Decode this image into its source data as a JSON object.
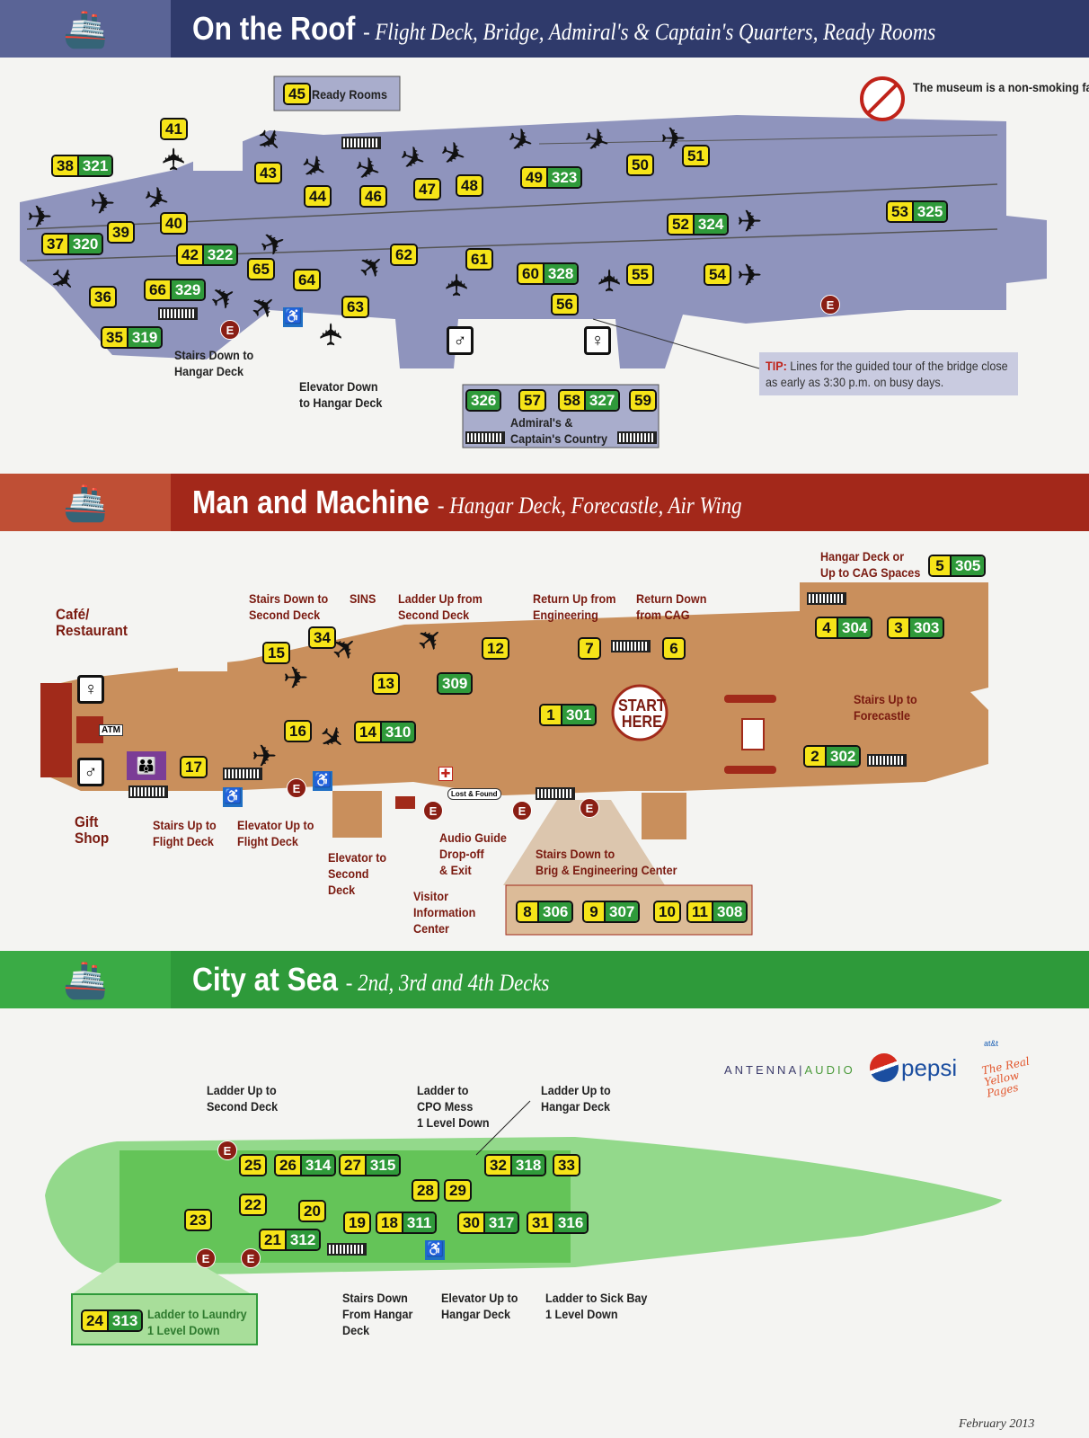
{
  "colors": {
    "roof_band": "#2f3a6b",
    "machine_band": "#a3281a",
    "city_band": "#2e9a3a",
    "yellow_badge": "#f6e418",
    "green_badge": "#2f9a3a",
    "exit": "#8a1e14"
  },
  "roof": {
    "title": "On the Roof",
    "subtitle": "- Flight Deck, Bridge, Admiral's & Captain's Quarters, Ready Rooms",
    "no_smoking": "The museum is a non-smoking facility.",
    "ready_rooms": "Ready Rooms",
    "labels": {
      "stairs": "Stairs Down to\nHangar Deck",
      "elevator": "Elevator Down\nto Hangar Deck",
      "admirals": "Admiral's &\nCaptain's Country",
      "tip_label": "TIP:",
      "tip": "Lines for the guided tour of the bridge close\nas early as 3:30 p.m. on busy days."
    },
    "markers": [
      [
        "45",
        ""
      ],
      [
        "41",
        ""
      ],
      [
        "38",
        "321"
      ],
      [
        "43",
        ""
      ],
      [
        "44",
        ""
      ],
      [
        "46",
        ""
      ],
      [
        "47",
        ""
      ],
      [
        "48",
        ""
      ],
      [
        "49",
        "323"
      ],
      [
        "50",
        ""
      ],
      [
        "51",
        ""
      ],
      [
        "53",
        "325"
      ],
      [
        "52",
        "324"
      ],
      [
        "37",
        "320"
      ],
      [
        "39",
        ""
      ],
      [
        "40",
        ""
      ],
      [
        "42",
        "322"
      ],
      [
        "65",
        ""
      ],
      [
        "62",
        ""
      ],
      [
        "61",
        ""
      ],
      [
        "60",
        "328"
      ],
      [
        "55",
        ""
      ],
      [
        "54",
        ""
      ],
      [
        "36",
        ""
      ],
      [
        "66",
        "329"
      ],
      [
        "64",
        ""
      ],
      [
        "63",
        ""
      ],
      [
        "56",
        ""
      ],
      [
        "35",
        "319"
      ],
      [
        "",
        "326"
      ],
      [
        "57",
        ""
      ],
      [
        "58",
        "327"
      ],
      [
        "59",
        ""
      ]
    ]
  },
  "machine": {
    "title": "Man and Machine",
    "subtitle": "- Hangar Deck, Forecastle, Air Wing",
    "labels": {
      "cafe": "Café/\nRestaurant",
      "gift": "Gift\nShop",
      "stairs_second": "Stairs Down to\nSecond Deck",
      "sins": "SINS",
      "ladder_second": "Ladder Up from\nSecond Deck",
      "return_eng": "Return Up from\nEngineering",
      "return_cag": "Return Down\nfrom CAG",
      "cag": "Hangar Deck or\nUp to CAG Spaces",
      "forecastle": "Stairs Up to\nForecastle",
      "stairs_flight": "Stairs Up to\nFlight Deck",
      "elev_flight": "Elevator Up to\nFlight Deck",
      "elev_second": "Elevator to\nSecond\nDeck",
      "visitor": "Visitor\nInformation\nCenter",
      "audio": "Audio Guide\nDrop-off\n& Exit",
      "brig": "Stairs Down to\nBrig & Engineering Center",
      "start": "START\nHERE",
      "atm": "ATM",
      "lost": "Lost & Found"
    },
    "markers": [
      [
        "5",
        "305"
      ],
      [
        "4",
        "304"
      ],
      [
        "3",
        "303"
      ],
      [
        "34",
        ""
      ],
      [
        "15",
        ""
      ],
      [
        "12",
        ""
      ],
      [
        "7",
        ""
      ],
      [
        "6",
        ""
      ],
      [
        "13",
        ""
      ],
      [
        "",
        "309"
      ],
      [
        "1",
        "301"
      ],
      [
        "16",
        ""
      ],
      [
        "14",
        "310"
      ],
      [
        "17",
        ""
      ],
      [
        "2",
        "302"
      ],
      [
        "8",
        "306"
      ],
      [
        "9",
        "307"
      ],
      [
        "10",
        ""
      ],
      [
        "11",
        "308"
      ]
    ]
  },
  "city": {
    "title": "City at Sea",
    "subtitle": "- 2nd, 3rd and 4th Decks",
    "labels": {
      "ladder_second": "Ladder Up to\nSecond Deck",
      "cpo": "Ladder to\nCPO Mess\n1 Level Down",
      "ladder_hangar": "Ladder Up to\nHangar Deck",
      "stairs_hangar": "Stairs Down\nFrom Hangar\nDeck",
      "elev_hangar": "Elevator Up to\nHangar Deck",
      "sickbay": "Ladder to Sick Bay\n1 Level Down",
      "laundry": "Ladder to Laundry\n1 Level Down"
    },
    "markers": [
      [
        "25",
        ""
      ],
      [
        "26",
        "314"
      ],
      [
        "27",
        "315"
      ],
      [
        "32",
        "318"
      ],
      [
        "33",
        ""
      ],
      [
        "28",
        ""
      ],
      [
        "29",
        ""
      ],
      [
        "22",
        ""
      ],
      [
        "20",
        ""
      ],
      [
        "23",
        ""
      ],
      [
        "19",
        ""
      ],
      [
        "18",
        "311"
      ],
      [
        "30",
        "317"
      ],
      [
        "31",
        "316"
      ],
      [
        "21",
        "312"
      ],
      [
        "24",
        "313"
      ]
    ]
  },
  "sponsors": {
    "antenna": "ANTENNA",
    "audio": "AUDIO",
    "pepsi": "pepsi",
    "att": "at&t",
    "yellow_pages": "The Real Yellow Pages"
  },
  "date": "February 2013"
}
